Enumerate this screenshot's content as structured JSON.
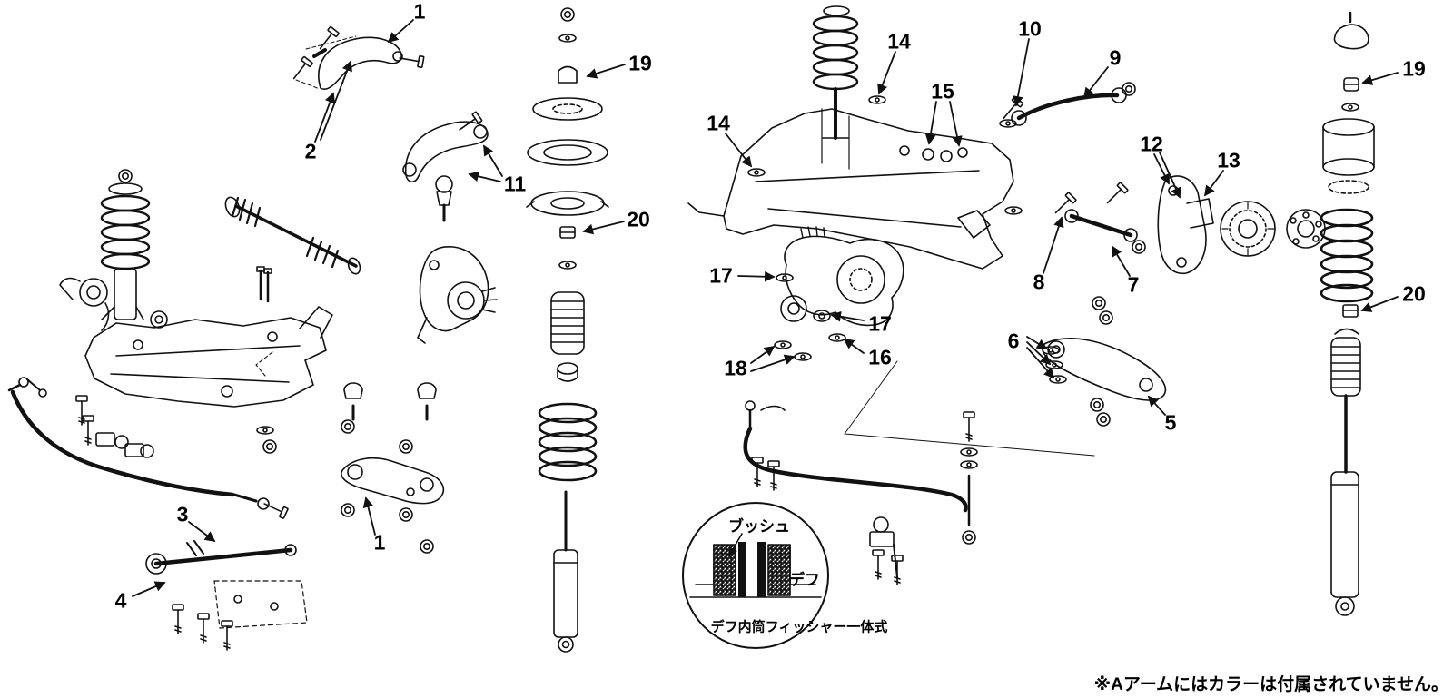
{
  "figure": {
    "type": "exploded-parts-diagram",
    "subject": "suspension-parts",
    "colors": {
      "line": "#111111",
      "background": "#ffffff"
    },
    "callouts": [
      {
        "id": "1-front-upper-arm",
        "label": "1"
      },
      {
        "id": "19-left",
        "label": "19"
      },
      {
        "id": "2",
        "label": "2"
      },
      {
        "id": "11",
        "label": "11"
      },
      {
        "id": "20-left",
        "label": "20"
      },
      {
        "id": "3",
        "label": "3"
      },
      {
        "id": "1-front-lower-arm",
        "label": "1"
      },
      {
        "id": "4",
        "label": "4"
      },
      {
        "id": "14-top",
        "label": "14"
      },
      {
        "id": "10",
        "label": "10"
      },
      {
        "id": "9",
        "label": "9"
      },
      {
        "id": "15",
        "label": "15"
      },
      {
        "id": "14-left",
        "label": "14"
      },
      {
        "id": "12",
        "label": "12"
      },
      {
        "id": "13",
        "label": "13"
      },
      {
        "id": "19-right",
        "label": "19"
      },
      {
        "id": "8",
        "label": "8"
      },
      {
        "id": "7",
        "label": "7"
      },
      {
        "id": "17-left",
        "label": "17"
      },
      {
        "id": "17-right",
        "label": "17"
      },
      {
        "id": "16",
        "label": "16"
      },
      {
        "id": "18",
        "label": "18"
      },
      {
        "id": "6",
        "label": "6"
      },
      {
        "id": "5",
        "label": "5"
      },
      {
        "id": "20-right",
        "label": "20"
      }
    ],
    "inset": {
      "bush_label": "ブッシュ",
      "diff_label": "デフ",
      "caption": "デフ内筒フィッシャー一体式"
    },
    "footnote": "※Aアームにはカラーは付属されていません。"
  }
}
